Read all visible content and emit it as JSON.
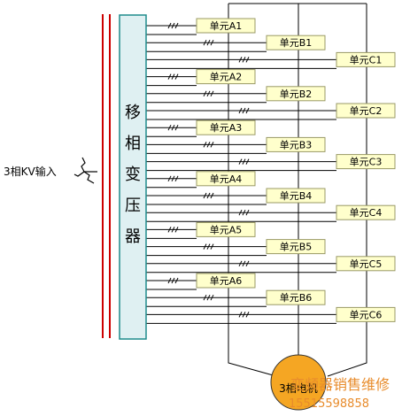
{
  "transformer": {
    "chars": [
      "移",
      "相",
      "变",
      "压",
      "器"
    ],
    "fill": "#dff0f2",
    "stroke": "#1f8c8c"
  },
  "input_label": "3相KV输入",
  "motor_label": "3相电机",
  "units": [
    {
      "label": "单元A1",
      "col": 0
    },
    {
      "label": "单元B1",
      "col": 1
    },
    {
      "label": "单元C1",
      "col": 2
    },
    {
      "label": "单元A2",
      "col": 0
    },
    {
      "label": "单元B2",
      "col": 1
    },
    {
      "label": "单元C2",
      "col": 2
    },
    {
      "label": "单元A3",
      "col": 0
    },
    {
      "label": "单元B3",
      "col": 1
    },
    {
      "label": "单元C3",
      "col": 2
    },
    {
      "label": "单元A4",
      "col": 0
    },
    {
      "label": "单元B4",
      "col": 1
    },
    {
      "label": "单元C4",
      "col": 2
    },
    {
      "label": "单元A5",
      "col": 0
    },
    {
      "label": "单元B5",
      "col": 1
    },
    {
      "label": "单元C5",
      "col": 2
    },
    {
      "label": "单元A6",
      "col": 0
    },
    {
      "label": "单元B6",
      "col": 1
    },
    {
      "label": "单元C6",
      "col": 2
    }
  ],
  "colors": {
    "unit_fill": "#ffffcc",
    "unit_stroke": "#999966",
    "input_lines": "#cc0000",
    "motor": "#f5a623"
  },
  "watermark": {
    "line1": "变频器销售维修",
    "line2": "15515598858"
  }
}
